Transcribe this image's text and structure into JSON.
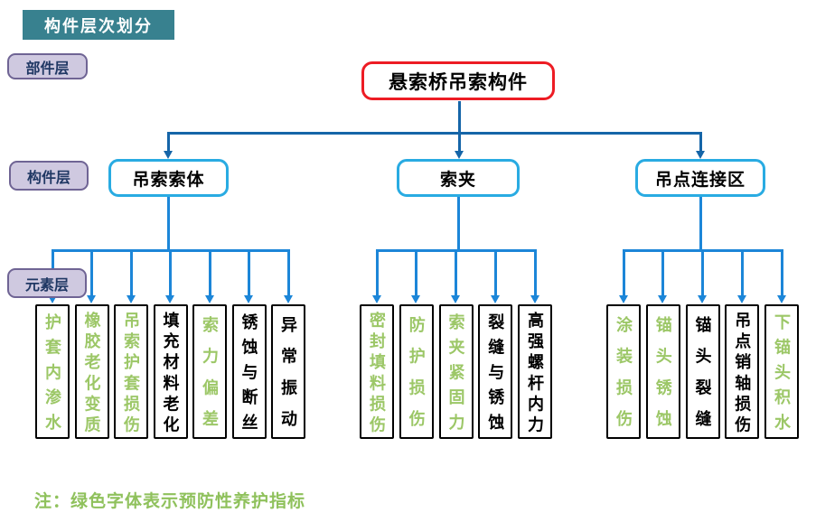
{
  "title": "构件层次划分",
  "layers": [
    {
      "label": "部件层"
    },
    {
      "label": "构件层"
    },
    {
      "label": "元素层"
    }
  ],
  "root": {
    "label": "悬索桥吊索构件"
  },
  "branches": [
    {
      "label": "吊索索体",
      "children": [
        {
          "label": "护套内渗水",
          "preventive": true
        },
        {
          "label": "橡胶老化变质",
          "preventive": true
        },
        {
          "label": "吊索护套损伤",
          "preventive": true
        },
        {
          "label": "填充材料老化",
          "preventive": false
        },
        {
          "label": "索力偏差",
          "preventive": true
        },
        {
          "label": "锈蚀与断丝",
          "preventive": false
        },
        {
          "label": "异常振动",
          "preventive": false
        }
      ]
    },
    {
      "label": "索夹",
      "children": [
        {
          "label": "密封填料损伤",
          "preventive": true
        },
        {
          "label": "防护损伤",
          "preventive": true
        },
        {
          "label": "索夹紧固力",
          "preventive": true
        },
        {
          "label": "裂缝与锈蚀",
          "preventive": false
        },
        {
          "label": "高强螺杆内力",
          "preventive": false
        }
      ]
    },
    {
      "label": "吊点连接区",
      "children": [
        {
          "label": "涂装损伤",
          "preventive": true
        },
        {
          "label": "锚头锈蚀",
          "preventive": true
        },
        {
          "label": "锚头裂缝",
          "preventive": false
        },
        {
          "label": "吊点销轴损伤",
          "preventive": false
        },
        {
          "label": "下锚头积水",
          "preventive": true
        }
      ]
    }
  ],
  "note": "注：绿色字体表示预防性养护指标",
  "colors": {
    "title_bg_teal": "#38818F",
    "root_border_red": "#ED1C24",
    "branch_border_cyan": "#29ABE2",
    "connector_dark_blue": "#1565A8",
    "connector_blue": "#1C86D8",
    "preventive_green": "#9CC767",
    "note_green": "#8FC15C",
    "layer_label_fill": "#CFC9E0",
    "layer_label_border": "#6F6494",
    "layer_label_text": "#203864"
  }
}
